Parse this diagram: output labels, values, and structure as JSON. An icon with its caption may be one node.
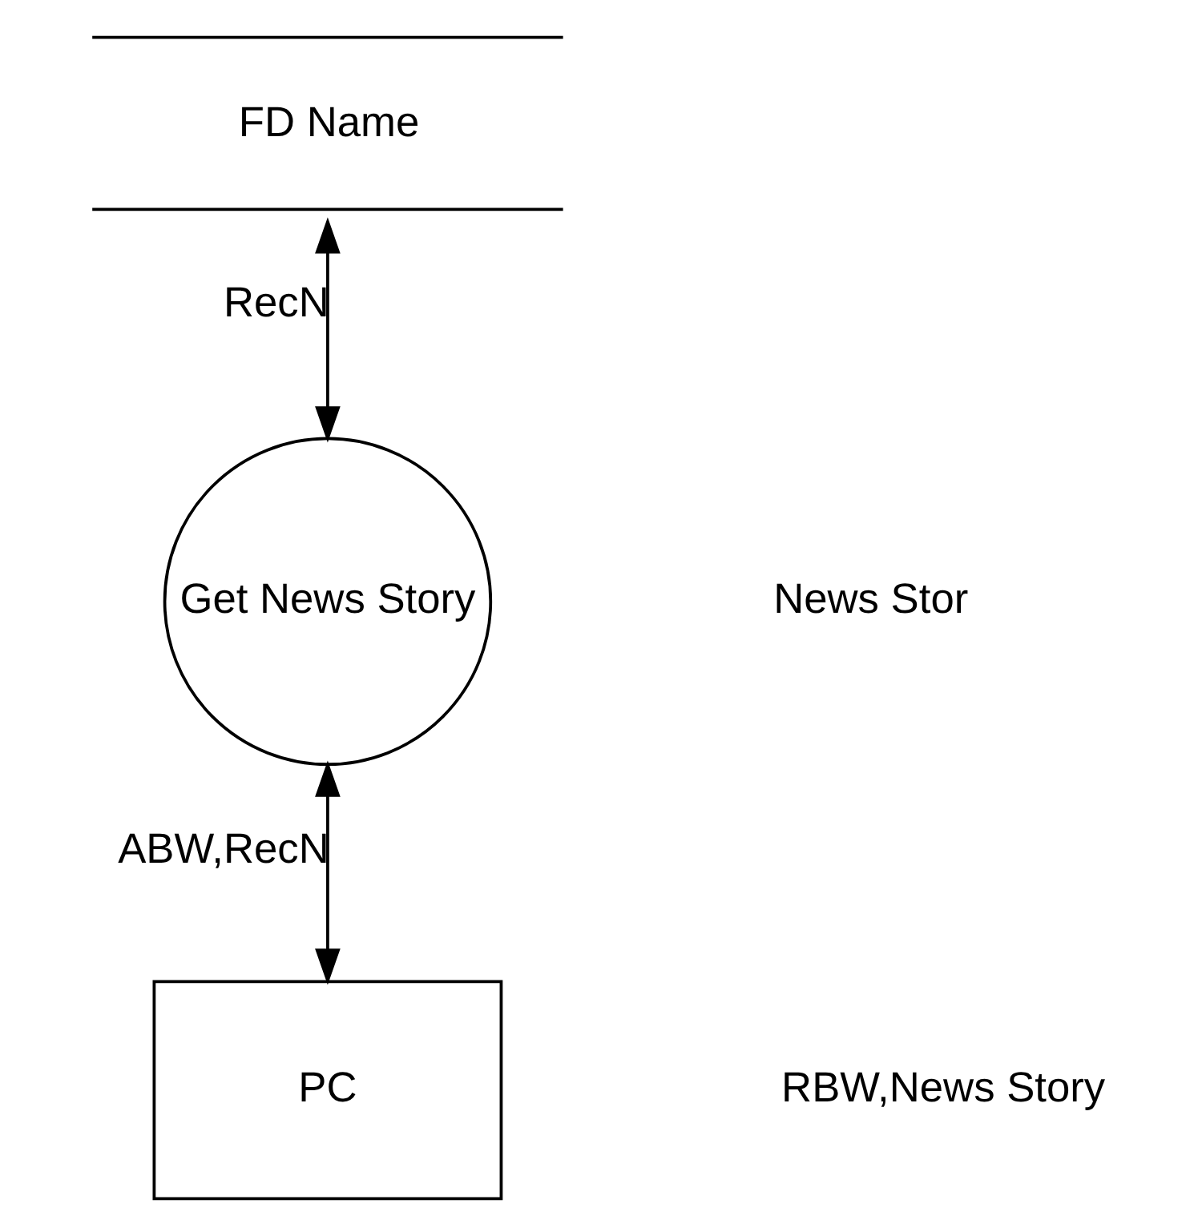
{
  "diagram": {
    "nodes": [
      {
        "text": [
          "FD Name"
        ]
      },
      {
        "text": [
          "Get News Story"
        ]
      },
      {
        "text": [
          "PC"
        ]
      }
    ],
    "edges": [
      {
        "from": 0,
        "to": 1,
        "arrow": "both",
        "label": "RecN"
      },
      {
        "from": 1,
        "to": 2,
        "arrow": "both",
        "label": "ABW,RecN"
      }
    ],
    "labels": [
      "News Stor",
      "RBW,News Story"
    ]
  }
}
